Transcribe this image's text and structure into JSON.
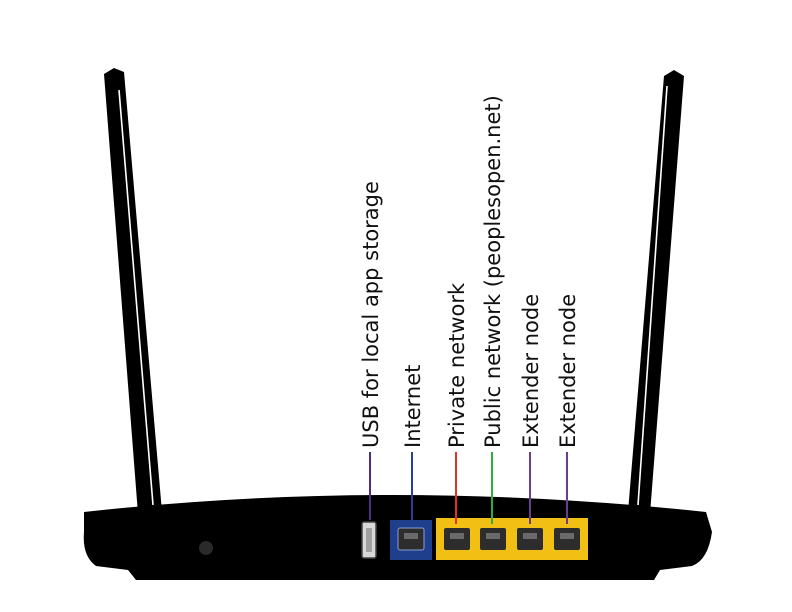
{
  "colors": {
    "router_body": "#000000",
    "usb_leader": "#4b2f86",
    "internet_port": "#1f3e8c",
    "internet_leader": "#2a3f8f",
    "lan_panel": "#f2c014",
    "private_leader": "#e0321e",
    "public_leader": "#2fae3a",
    "extender_leader": "#6a3d8f"
  },
  "ports": [
    {
      "id": "usb",
      "label": "USB for local app storage",
      "icon": "usb-port-icon"
    },
    {
      "id": "internet",
      "label": "Internet",
      "icon": "ethernet-port-icon"
    },
    {
      "id": "private",
      "label": "Private network",
      "icon": "ethernet-port-icon"
    },
    {
      "id": "public",
      "label": "Public network (peoplesopen.net)",
      "icon": "ethernet-port-icon"
    },
    {
      "id": "extender-1",
      "label": "Extender node",
      "icon": "ethernet-port-icon"
    },
    {
      "id": "extender-2",
      "label": "Extender node",
      "icon": "ethernet-port-icon"
    }
  ]
}
